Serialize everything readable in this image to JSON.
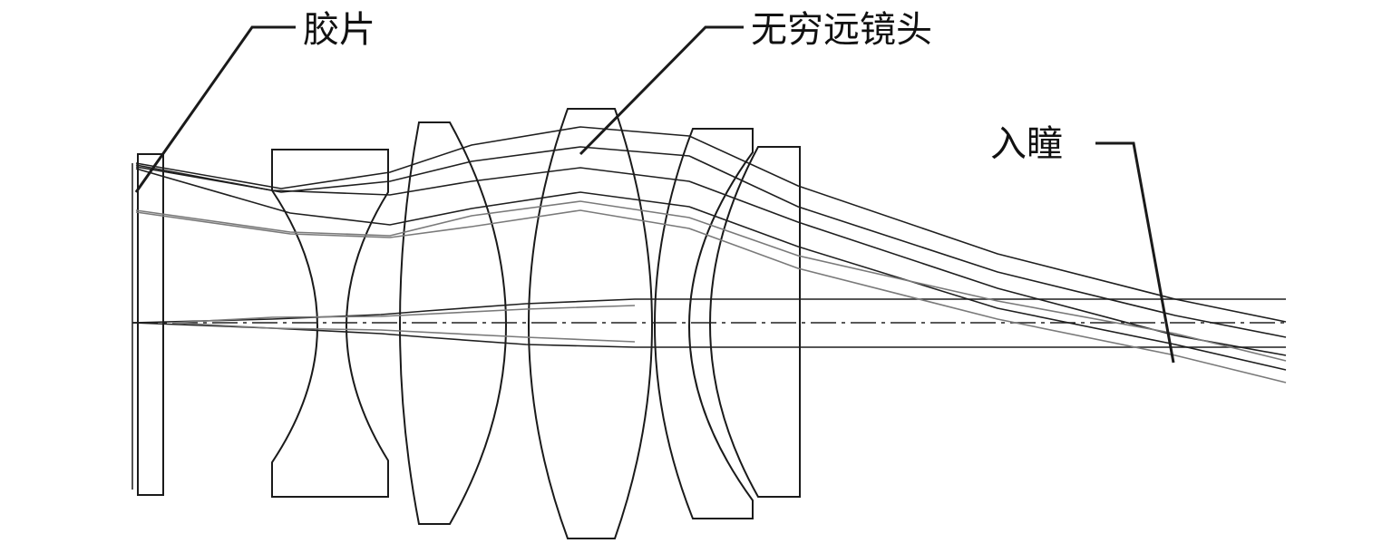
{
  "labels": {
    "film": "胶片",
    "lens": "无穷远镜头",
    "entrance_pupil": "入瞳"
  },
  "colors": {
    "line": "#1a1a1a",
    "ray_gray": "#7a7a7a",
    "background": "#ffffff"
  }
}
